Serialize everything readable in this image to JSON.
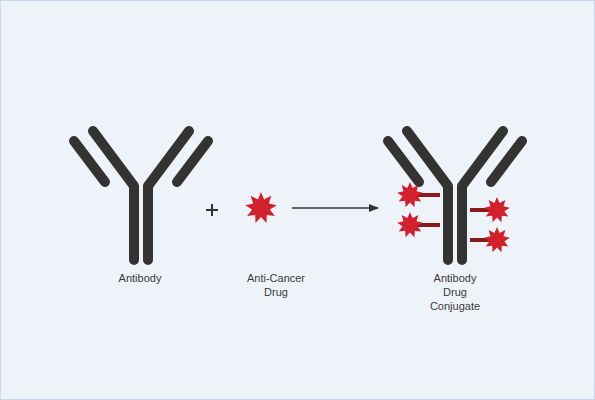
{
  "diagram": {
    "labels": [
      "Antibody",
      "Anti-Cancer Drug",
      "Antibody Drug Conjugate"
    ]
  }
}
